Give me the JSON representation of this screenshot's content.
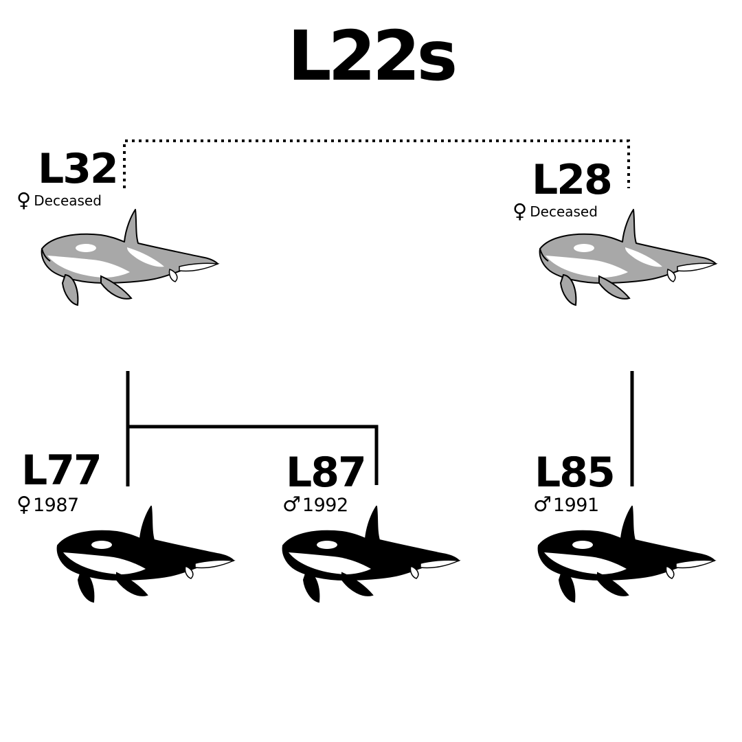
{
  "title": "L22s",
  "colors": {
    "ink": "#000000",
    "deceased_body": "#a8a8a8",
    "living_body": "#000000",
    "patch": "#ffffff"
  },
  "whales": [
    {
      "id": "L32",
      "sex_icon": "female-symbol-icon",
      "sex_symbol": "♀",
      "status": "Deceased"
    },
    {
      "id": "L28",
      "sex_icon": "female-symbol-icon",
      "sex_symbol": "♀",
      "status": "Deceased"
    },
    {
      "id": "L77",
      "sex_icon": "female-symbol-icon",
      "sex_symbol": "♀",
      "birth_year": "1987"
    },
    {
      "id": "L87",
      "sex_icon": "male-symbol-icon",
      "sex_symbol": "♂",
      "birth_year": "1992"
    },
    {
      "id": "L85",
      "sex_icon": "male-symbol-icon",
      "sex_symbol": "♂",
      "birth_year": "1991"
    }
  ],
  "relations": [
    {
      "type": "related",
      "style": "dotted",
      "from": "L32",
      "to": "L28"
    },
    {
      "type": "parent",
      "style": "solid",
      "parent": "L32",
      "children": [
        "L77",
        "L87"
      ]
    },
    {
      "type": "parent",
      "style": "solid",
      "parent": "L28",
      "children": [
        "L85"
      ]
    }
  ]
}
